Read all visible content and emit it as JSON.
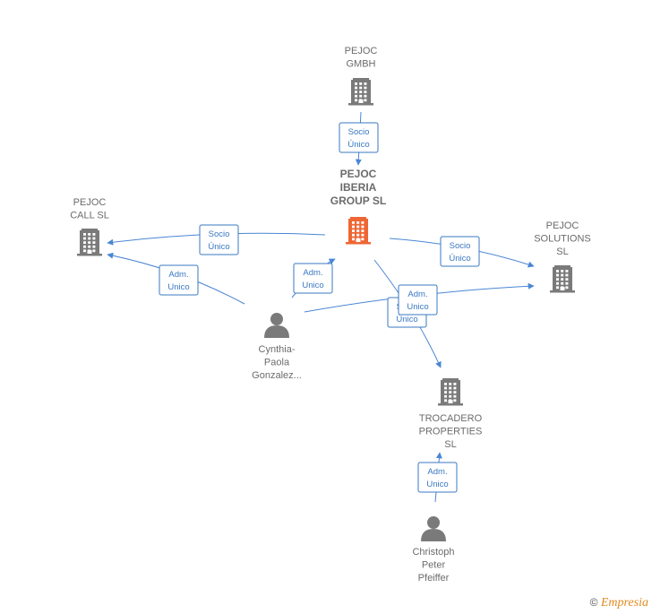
{
  "colors": {
    "edge": "#4a86d4",
    "company": "#7a7a7a",
    "main_company": "#ee6633",
    "person": "#7a7a7a"
  },
  "nodes": [
    {
      "id": "gmbh",
      "type": "company",
      "icon": "building-icon",
      "lines": [
        "PEJOC",
        "GMBH"
      ]
    },
    {
      "id": "iberia",
      "type": "company-main",
      "icon": "building-icon",
      "lines": [
        "PEJOC",
        "IBERIA",
        "GROUP  SL"
      ]
    },
    {
      "id": "call",
      "type": "company",
      "icon": "building-icon",
      "lines": [
        "PEJOC",
        "CALL  SL"
      ]
    },
    {
      "id": "solutions",
      "type": "company",
      "icon": "building-icon",
      "lines": [
        "PEJOC",
        "SOLUTIONS",
        "SL"
      ]
    },
    {
      "id": "trocadero",
      "type": "company",
      "icon": "building-icon",
      "lines": [
        "TROCADERO",
        "PROPERTIES",
        "SL"
      ]
    },
    {
      "id": "cynthia",
      "type": "person",
      "icon": "person-icon",
      "lines": [
        "Cynthia-",
        "Paola",
        "Gonzalez..."
      ]
    },
    {
      "id": "christoph",
      "type": "person",
      "icon": "person-icon",
      "lines": [
        "Christoph",
        "Peter",
        "Pfeiffer"
      ]
    }
  ],
  "edges": [
    {
      "from": "gmbh",
      "to": "iberia",
      "label": [
        "Socio",
        "Único"
      ]
    },
    {
      "from": "iberia",
      "to": "call",
      "label": [
        "Socio",
        "Único"
      ]
    },
    {
      "from": "iberia",
      "to": "solutions",
      "label": [
        "Socio",
        "Único"
      ]
    },
    {
      "from": "iberia",
      "to": "trocadero",
      "label": [
        "Socio",
        "Único"
      ]
    },
    {
      "from": "cynthia",
      "to": "call",
      "label": [
        "Adm.",
        "Unico"
      ]
    },
    {
      "from": "cynthia",
      "to": "iberia",
      "label": [
        "Adm.",
        "Unico"
      ]
    },
    {
      "from": "cynthia",
      "to": "solutions",
      "label": [
        "Adm.",
        "Unico"
      ]
    },
    {
      "from": "christoph",
      "to": "trocadero",
      "label": [
        "Adm.",
        "Unico"
      ]
    }
  ],
  "footer": {
    "copyright": "©",
    "brand": "Empresia"
  }
}
